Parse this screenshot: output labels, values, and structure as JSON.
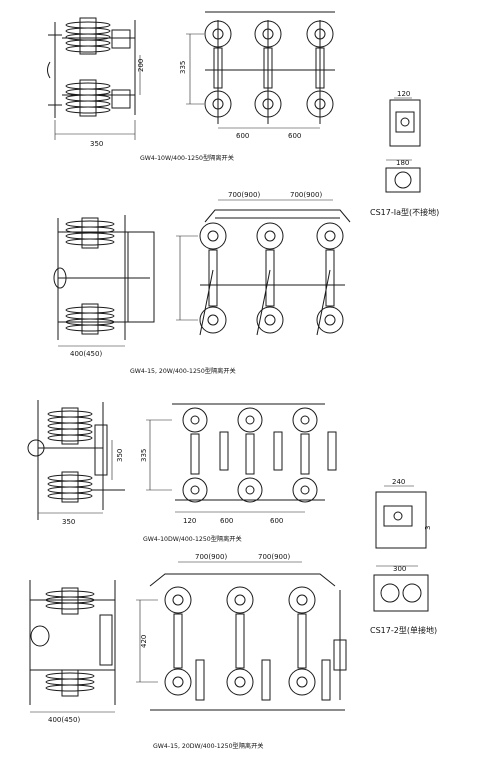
{
  "labels": {
    "d350": "350",
    "d200": "200",
    "d335": "335",
    "d600": "600",
    "d120": "120",
    "d180": "180",
    "d400_450": "400(450)",
    "d700_900": "700(900)",
    "d420": "420",
    "d240": "240",
    "d300": "300",
    "d3": "3"
  },
  "captions": {
    "g1": "GW4-10W/400-1250型隔离开关",
    "g2": "GW4-15, 20W/400-1250型隔离开关",
    "g3": "GW4-10DW/400-1250型隔离开关",
    "g4": "GW4-15, 20DW/400-1250型隔离开关",
    "cs1": "CS17-Ⅰa型(不接地)",
    "cs2": "CS17-2型(单接地)"
  }
}
